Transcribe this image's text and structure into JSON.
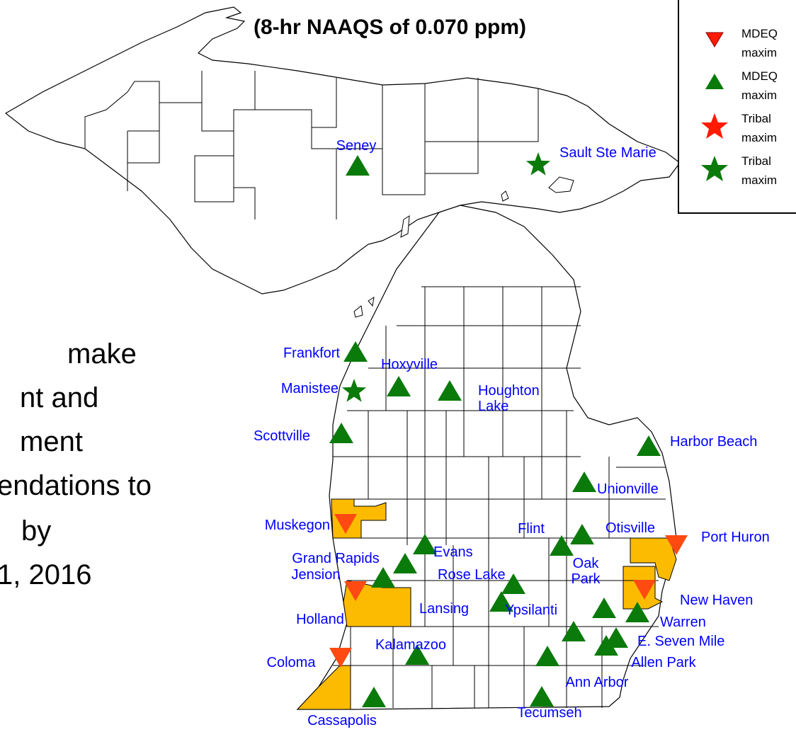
{
  "title": "(8-hr NAAQS of 0.070 ppm)",
  "body_text": {
    "line1": "make",
    "line2": "nt and",
    "line3": "ment",
    "line4": "endations to",
    "line5": "by",
    "line6": "1, 2016"
  },
  "legend": {
    "items": [
      {
        "label": "MDEQ\nmaxim",
        "icon": "red-triangle-down-icon"
      },
      {
        "label": "MDEQ\nmaxim",
        "icon": "green-triangle-up-icon"
      },
      {
        "label": "Tribal\nmaxim",
        "icon": "red-star-icon"
      },
      {
        "label": "Tribal\nmaxim",
        "icon": "green-star-icon"
      }
    ]
  },
  "colors": {
    "green": "#0a7a0a",
    "red": "#ff1a00",
    "orange_red": "#ff4a12",
    "county_fill": "#fdbb00",
    "label": "#0000ff"
  },
  "sites": [
    {
      "name": "Seney"
    },
    {
      "name": "Sault Ste Marie"
    },
    {
      "name": "Frankfort"
    },
    {
      "name": "Hoxyville"
    },
    {
      "name": "Manistee"
    },
    {
      "name": "Houghton\nLake"
    },
    {
      "name": "Scottville"
    },
    {
      "name": "Harbor Beach"
    },
    {
      "name": "Unionville"
    },
    {
      "name": "Muskegon"
    },
    {
      "name": "Evans"
    },
    {
      "name": "Flint"
    },
    {
      "name": "Otisville"
    },
    {
      "name": "Port Huron"
    },
    {
      "name": "Grand Rapids"
    },
    {
      "name": "Jension"
    },
    {
      "name": "Rose Lake"
    },
    {
      "name": "Oak\nPark"
    },
    {
      "name": "New Haven"
    },
    {
      "name": "Holland"
    },
    {
      "name": "Lansing"
    },
    {
      "name": "Warren"
    },
    {
      "name": "Ypsilanti"
    },
    {
      "name": "E. Seven Mile"
    },
    {
      "name": "Coloma"
    },
    {
      "name": "Kalamazoo"
    },
    {
      "name": "Allen Park"
    },
    {
      "name": "Ann Arbor"
    },
    {
      "name": "Cassapolis"
    },
    {
      "name": "Tecumseh"
    }
  ]
}
